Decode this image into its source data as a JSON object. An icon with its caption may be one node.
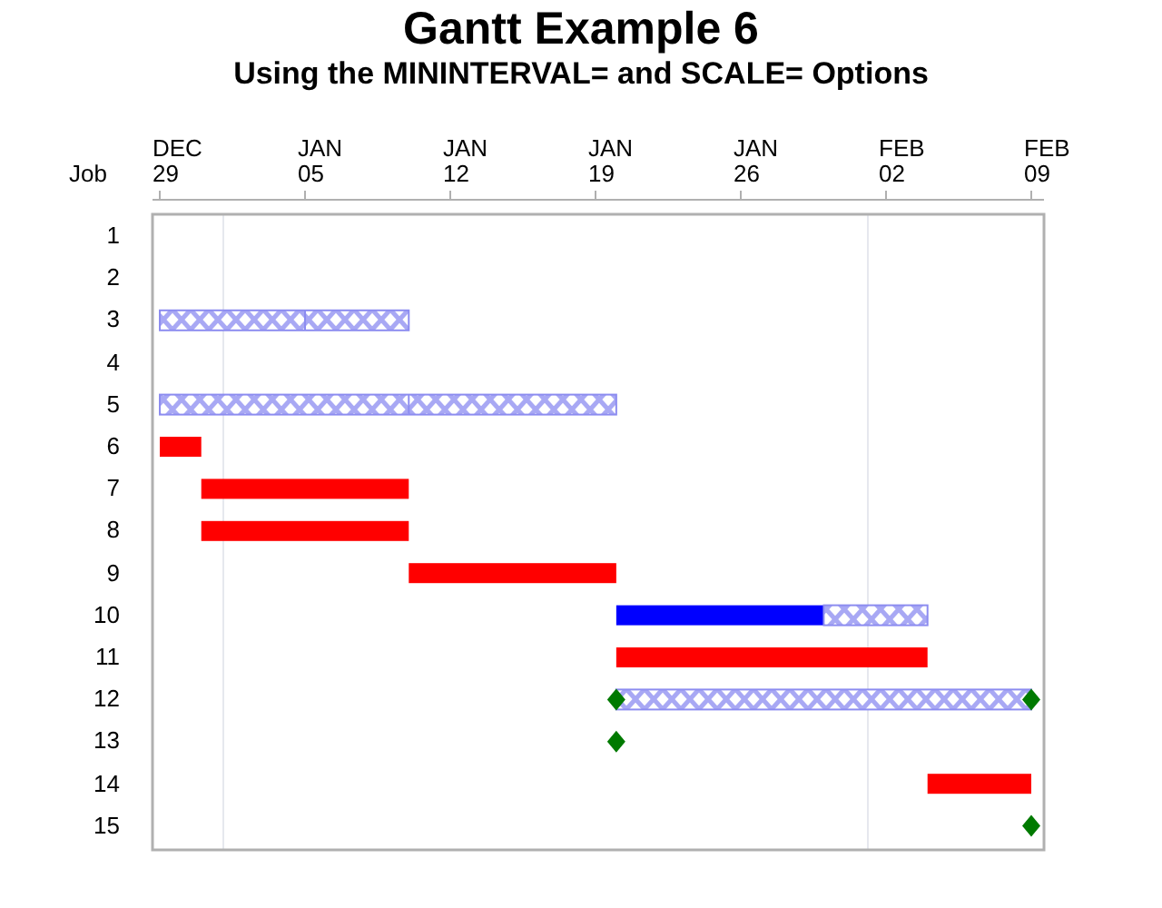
{
  "diagram": {
    "title": "Gantt Example 6",
    "caption": "Using the MININTERVAL= and SCALE= Options",
    "labels": [
      "DEC 29",
      "JAN 05",
      "JAN 12",
      "JAN 19",
      "JAN 26",
      "FEB 02",
      "FEB 09",
      "Job",
      "1",
      "2",
      "3",
      "4",
      "5",
      "6",
      "7",
      "8",
      "9",
      "10",
      "11",
      "12",
      "13",
      "14",
      "15"
    ]
  }
}
